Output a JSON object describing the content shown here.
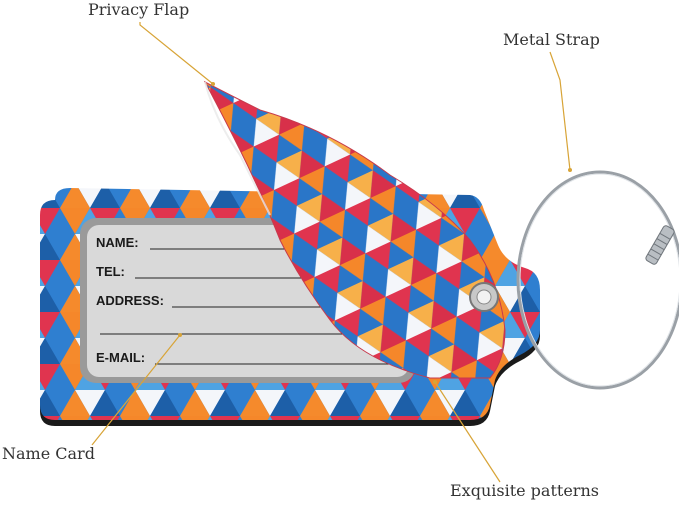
{
  "callouts": {
    "privacy_flap": "Privacy Flap",
    "metal_strap": "Metal Strap",
    "name_card": "Name Card",
    "exquisite_patterns": "Exquisite patterns"
  },
  "card": {
    "name_label": "NAME:",
    "tel_label": "TEL:",
    "address_label": "ADDRESS:",
    "email_label": "E-MAIL:"
  },
  "colors": {
    "callout_line": "#d8a437",
    "pattern_blue": "#2f7fd0",
    "pattern_orange": "#f5872a",
    "pattern_red": "#e0344f",
    "pattern_white": "#f4f6fa",
    "card_gray": "#d9d9d9"
  }
}
